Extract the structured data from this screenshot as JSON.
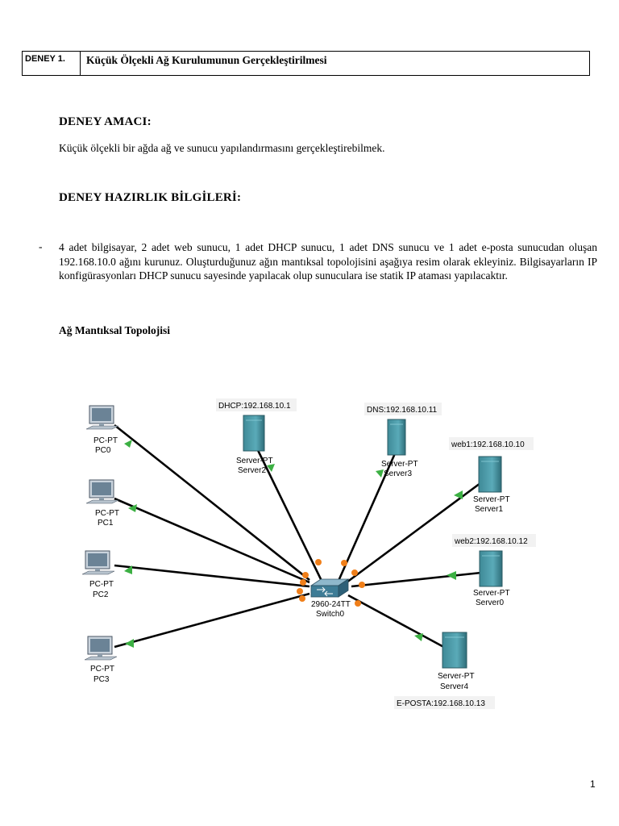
{
  "header": {
    "label": "DENEY 1.",
    "title": "Küçük Ölçekli Ağ Kurulumunun Gerçekleştirilmesi"
  },
  "purpose": {
    "heading": "DENEY AMACI:",
    "text": "Küçük ölçekli bir ağda ağ ve sunucu yapılandırmasını gerçekleştirebilmek."
  },
  "preparation": {
    "heading": "DENEY HAZIRLIK BİLGİLERİ:",
    "bullet": "-",
    "paragraph": "4 adet bilgisayar, 2 adet web sunucu, 1 adet DHCP sunucu, 1 adet DNS sunucu ve 1 adet e-posta sunucudan oluşan 192.168.10.0 ağını kurunuz. Oluşturduğunuz ağın mantıksal topolojisini aşağıya resim olarak ekleyiniz. Bilgisayarların IP konfigürasyonları DHCP sunucu sayesinde yapılacak olup sunuculara ise statik IP ataması yapılacaktır."
  },
  "topology": {
    "title": "Ağ Mantıksal Topolojisi",
    "switch": {
      "model": "2960-24TT",
      "name": "Switch0"
    },
    "pcs": [
      {
        "type": "PC-PT",
        "name": "PC0"
      },
      {
        "type": "PC-PT",
        "name": "PC1"
      },
      {
        "type": "PC-PT",
        "name": "PC2"
      },
      {
        "type": "PC-PT",
        "name": "PC3"
      }
    ],
    "servers": [
      {
        "type": "Server-PT",
        "name": "Server2",
        "note": "DHCP:192.168.10.1"
      },
      {
        "type": "Server-PT",
        "name": "Server3",
        "note": "DNS:192.168.10.11"
      },
      {
        "type": "Server-PT",
        "name": "Server1",
        "note": "web1:192.168.10.10"
      },
      {
        "type": "Server-PT",
        "name": "Server0",
        "note": "web2:192.168.10.12"
      },
      {
        "type": "Server-PT",
        "name": "Server4",
        "note": "E-POSTA:192.168.10.13"
      }
    ],
    "colors": {
      "link": "#000000",
      "up": "#3cb043",
      "switch_port": "#f07f1a",
      "server": "#4a9aa8",
      "pc": "#8aa4b8"
    }
  },
  "page_number": "1"
}
